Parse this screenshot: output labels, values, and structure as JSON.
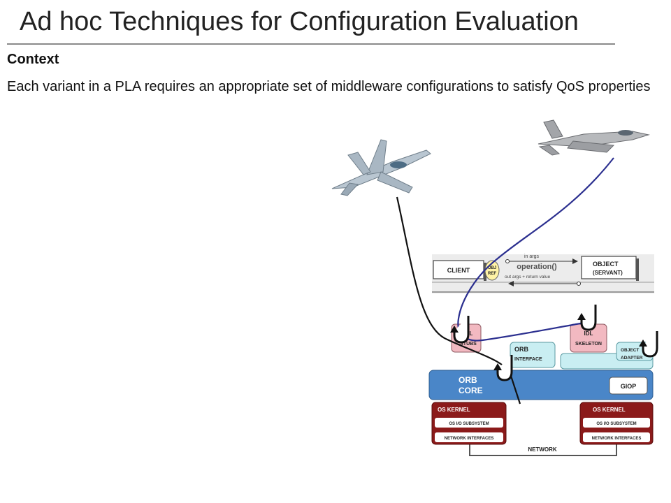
{
  "slide": {
    "title": "Ad hoc Techniques for Configuration Evaluation",
    "heading": "Context",
    "body": "Each variant in a PLA requires an appropriate set of middleware configurations to satisfy QoS properties"
  },
  "diagram": {
    "client": "CLIENT",
    "obj_ref_top": "OBJ",
    "obj_ref_bottom": "REF",
    "in_args": "in args",
    "operation": "operation()",
    "out_args": "out args + return value",
    "object_top": "OBJECT",
    "object_bottom": "(SERVANT)",
    "idl_stubs_top": "IDL",
    "idl_stubs_bottom": "STUBS",
    "orb_interface_top": "ORB",
    "orb_interface_bottom": "INTERFACE",
    "idl_skeleton_top": "IDL",
    "idl_skeleton_bottom": "SKELETON",
    "object_adapter_top": "OBJECT",
    "object_adapter_bottom": "ADAPTER",
    "orb_core_top": "ORB",
    "orb_core_bottom": "CORE",
    "giop": "GIOP",
    "os_kernel_left": "OS KERNEL",
    "os_io_left": "OS I/O SUBSYSTEM",
    "net_if_left": "NETWORK INTERFACES",
    "os_kernel_right": "OS KERNEL",
    "os_io_right": "OS I/O SUBSYSTEM",
    "net_if_right": "NETWORK INTERFACES",
    "network": "NETWORK",
    "colors": {
      "orb_core": "#4a86c8",
      "light_cyan": "#c9eef2",
      "pink": "#f2b9c1",
      "kernel": "#8b1a1a",
      "blue_path": "#2b2f8f"
    }
  }
}
